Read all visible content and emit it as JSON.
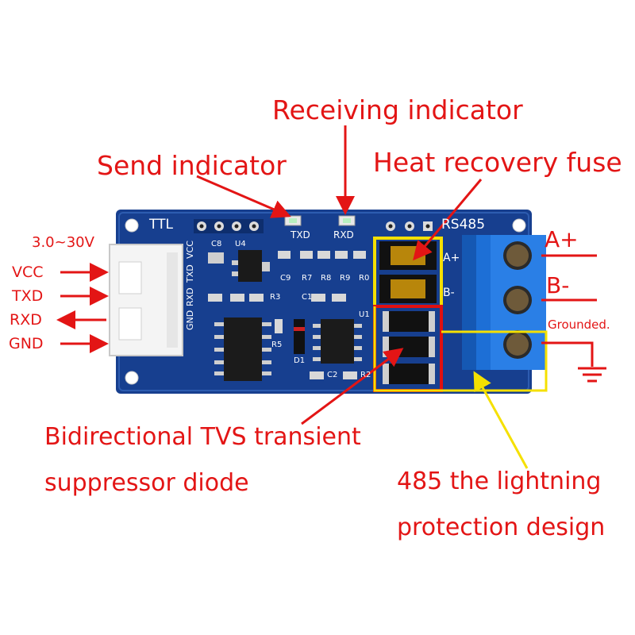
{
  "callouts": {
    "receiving_indicator": "Receiving indicator",
    "send_indicator": "Send indicator",
    "heat_recovery_fuse": "Heat recovery fuse",
    "tvs_line1": "Bidirectional TVS transient",
    "tvs_line2": "suppressor diode",
    "lightning_line1": "485 the lightning",
    "lightning_line2": "protection design"
  },
  "pins": {
    "voltage": "3.0~30V",
    "vcc": "VCC",
    "txd": "TXD",
    "rxd": "RXD",
    "gnd": "GND"
  },
  "terminals": {
    "a_plus": "A+",
    "b_minus": "B-",
    "grounded": "Grounded."
  },
  "board": {
    "ttl": "TTL",
    "rs485": "RS485",
    "txd_led": "TXD",
    "rxd_led": "RXD",
    "header_pins": [
      "GND",
      "RXD",
      "TXD",
      "VCC"
    ],
    "fuse_side_labels": [
      "A+",
      "B-"
    ],
    "components": [
      "C8",
      "U4",
      "C9",
      "R7",
      "R8",
      "R9",
      "R0",
      "R3",
      "C1",
      "U1",
      "R5",
      "D1",
      "C2",
      "R2"
    ]
  },
  "colors": {
    "label_red": "#e31515",
    "pcb_blue": "#173f8f",
    "highlight_yellow": "#f5e000",
    "highlight_red": "#e01010",
    "terminal_blue": "#1d6fd6"
  }
}
